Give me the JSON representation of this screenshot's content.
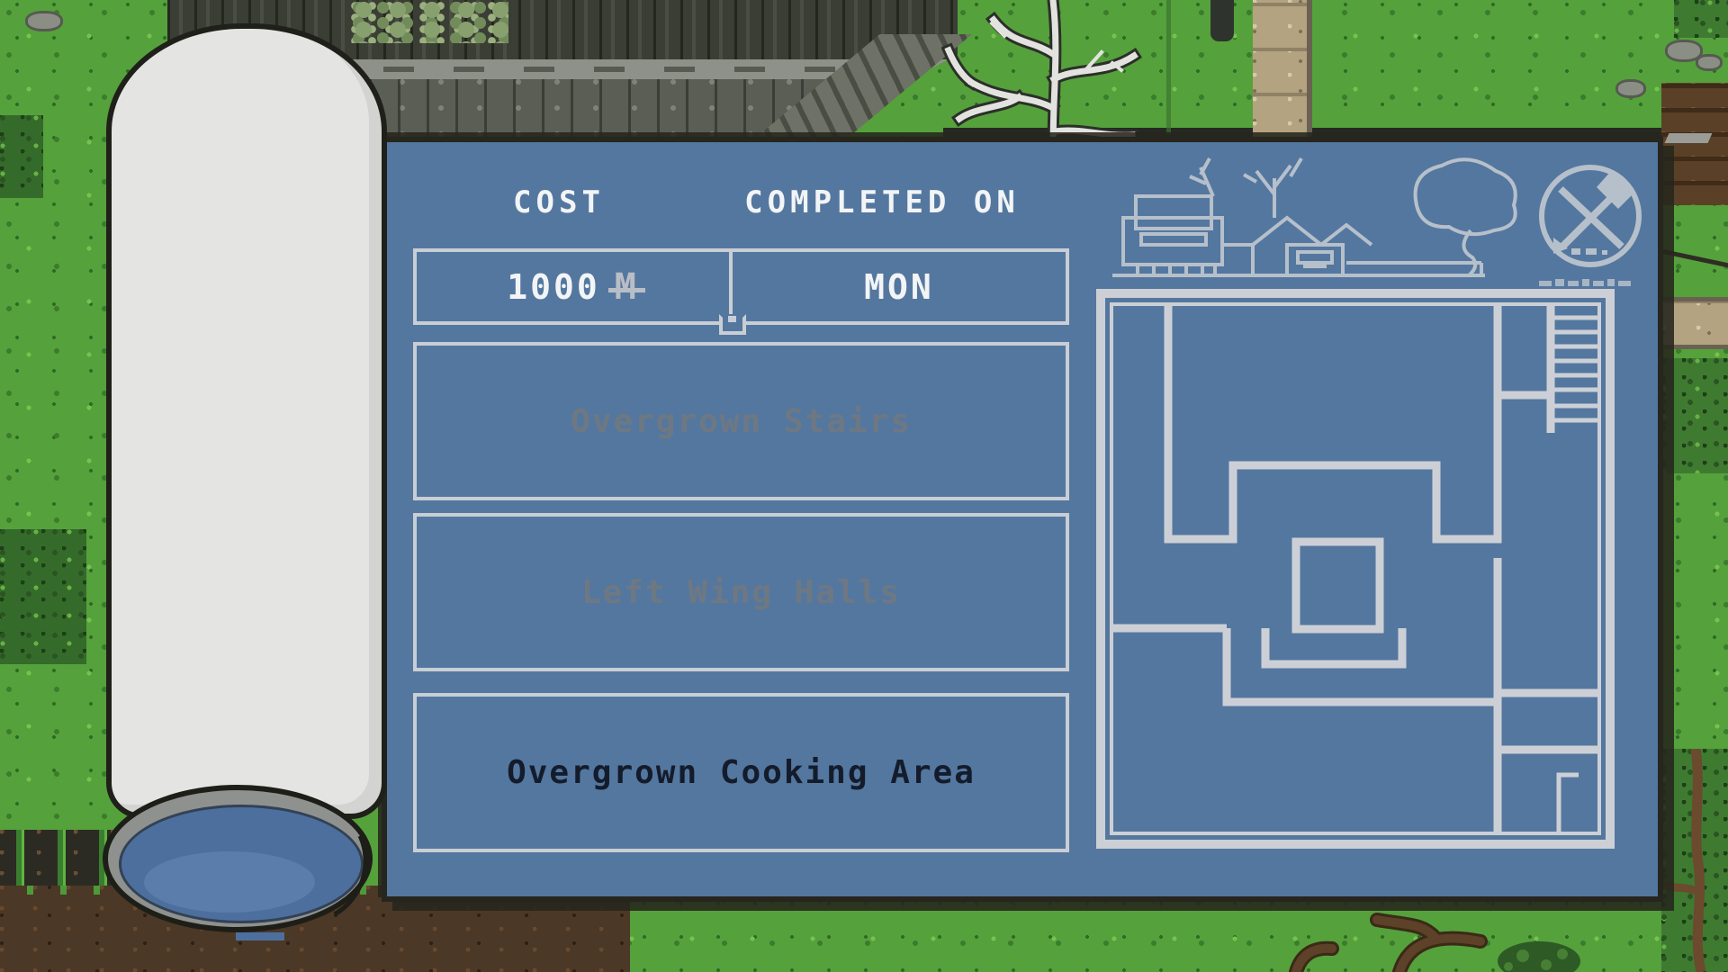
{
  "panel": {
    "headers": {
      "cost": "COST",
      "completed_on": "COMPLETED ON"
    },
    "cost_value": "1000",
    "currency_symbol": "M",
    "completed_day": "MON",
    "projects": [
      {
        "label": "Overgrown Stairs",
        "state": "locked"
      },
      {
        "label": "Left Wing Halls",
        "state": "locked"
      },
      {
        "label": "Overgrown Cooking Area",
        "state": "available"
      }
    ],
    "icons": {
      "stamp": "crossed-hammer-and-pick-stamp",
      "illustration": "estate-line-art",
      "map": "floorplan-minimap",
      "scroll": "blueprint-paper-scroll"
    },
    "colors": {
      "panel_blue": "#54779f",
      "line_gray": "#c9ced5",
      "text_white": "#f2f4f6",
      "text_locked": "#6e7883",
      "text_active": "#141c2c",
      "currency_gray": "#b9bec6",
      "paper": "#e4e4e2",
      "roll_blue": "#4d6f9e"
    }
  }
}
